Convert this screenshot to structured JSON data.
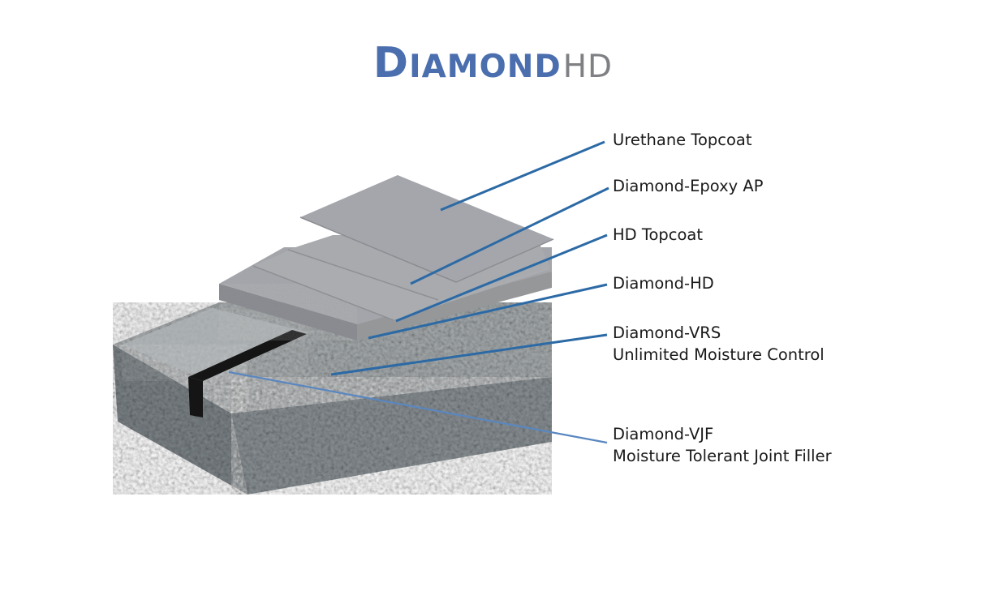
{
  "logo": {
    "first_initial": "D",
    "rest": "IAMOND",
    "suffix": "HD",
    "colors": {
      "primary": "#4a6eae",
      "suffix": "#7f8084"
    }
  },
  "layers": [
    {
      "id": "urethane-topcoat",
      "lines": [
        "Urethane Topcoat"
      ]
    },
    {
      "id": "diamond-epoxy-ap",
      "lines": [
        "Diamond-Epoxy AP"
      ]
    },
    {
      "id": "hd-topcoat",
      "lines": [
        "HD Topcoat"
      ]
    },
    {
      "id": "diamond-hd",
      "lines": [
        "Diamond-HD"
      ]
    },
    {
      "id": "diamond-vrs",
      "lines": [
        "Diamond-VRS",
        "Unlimited Moisture Control"
      ]
    },
    {
      "id": "diamond-vjf",
      "lines": [
        "Diamond-VJF",
        "Moisture Tolerant Joint Filler"
      ]
    }
  ],
  "colors": {
    "leader_dark": "#2c6aa5",
    "leader_light": "#5a87c0",
    "sheet": "#a6a8ad",
    "sheet_edge": "#8c8e93",
    "concrete": "#8c9296",
    "joint": "#111111"
  }
}
